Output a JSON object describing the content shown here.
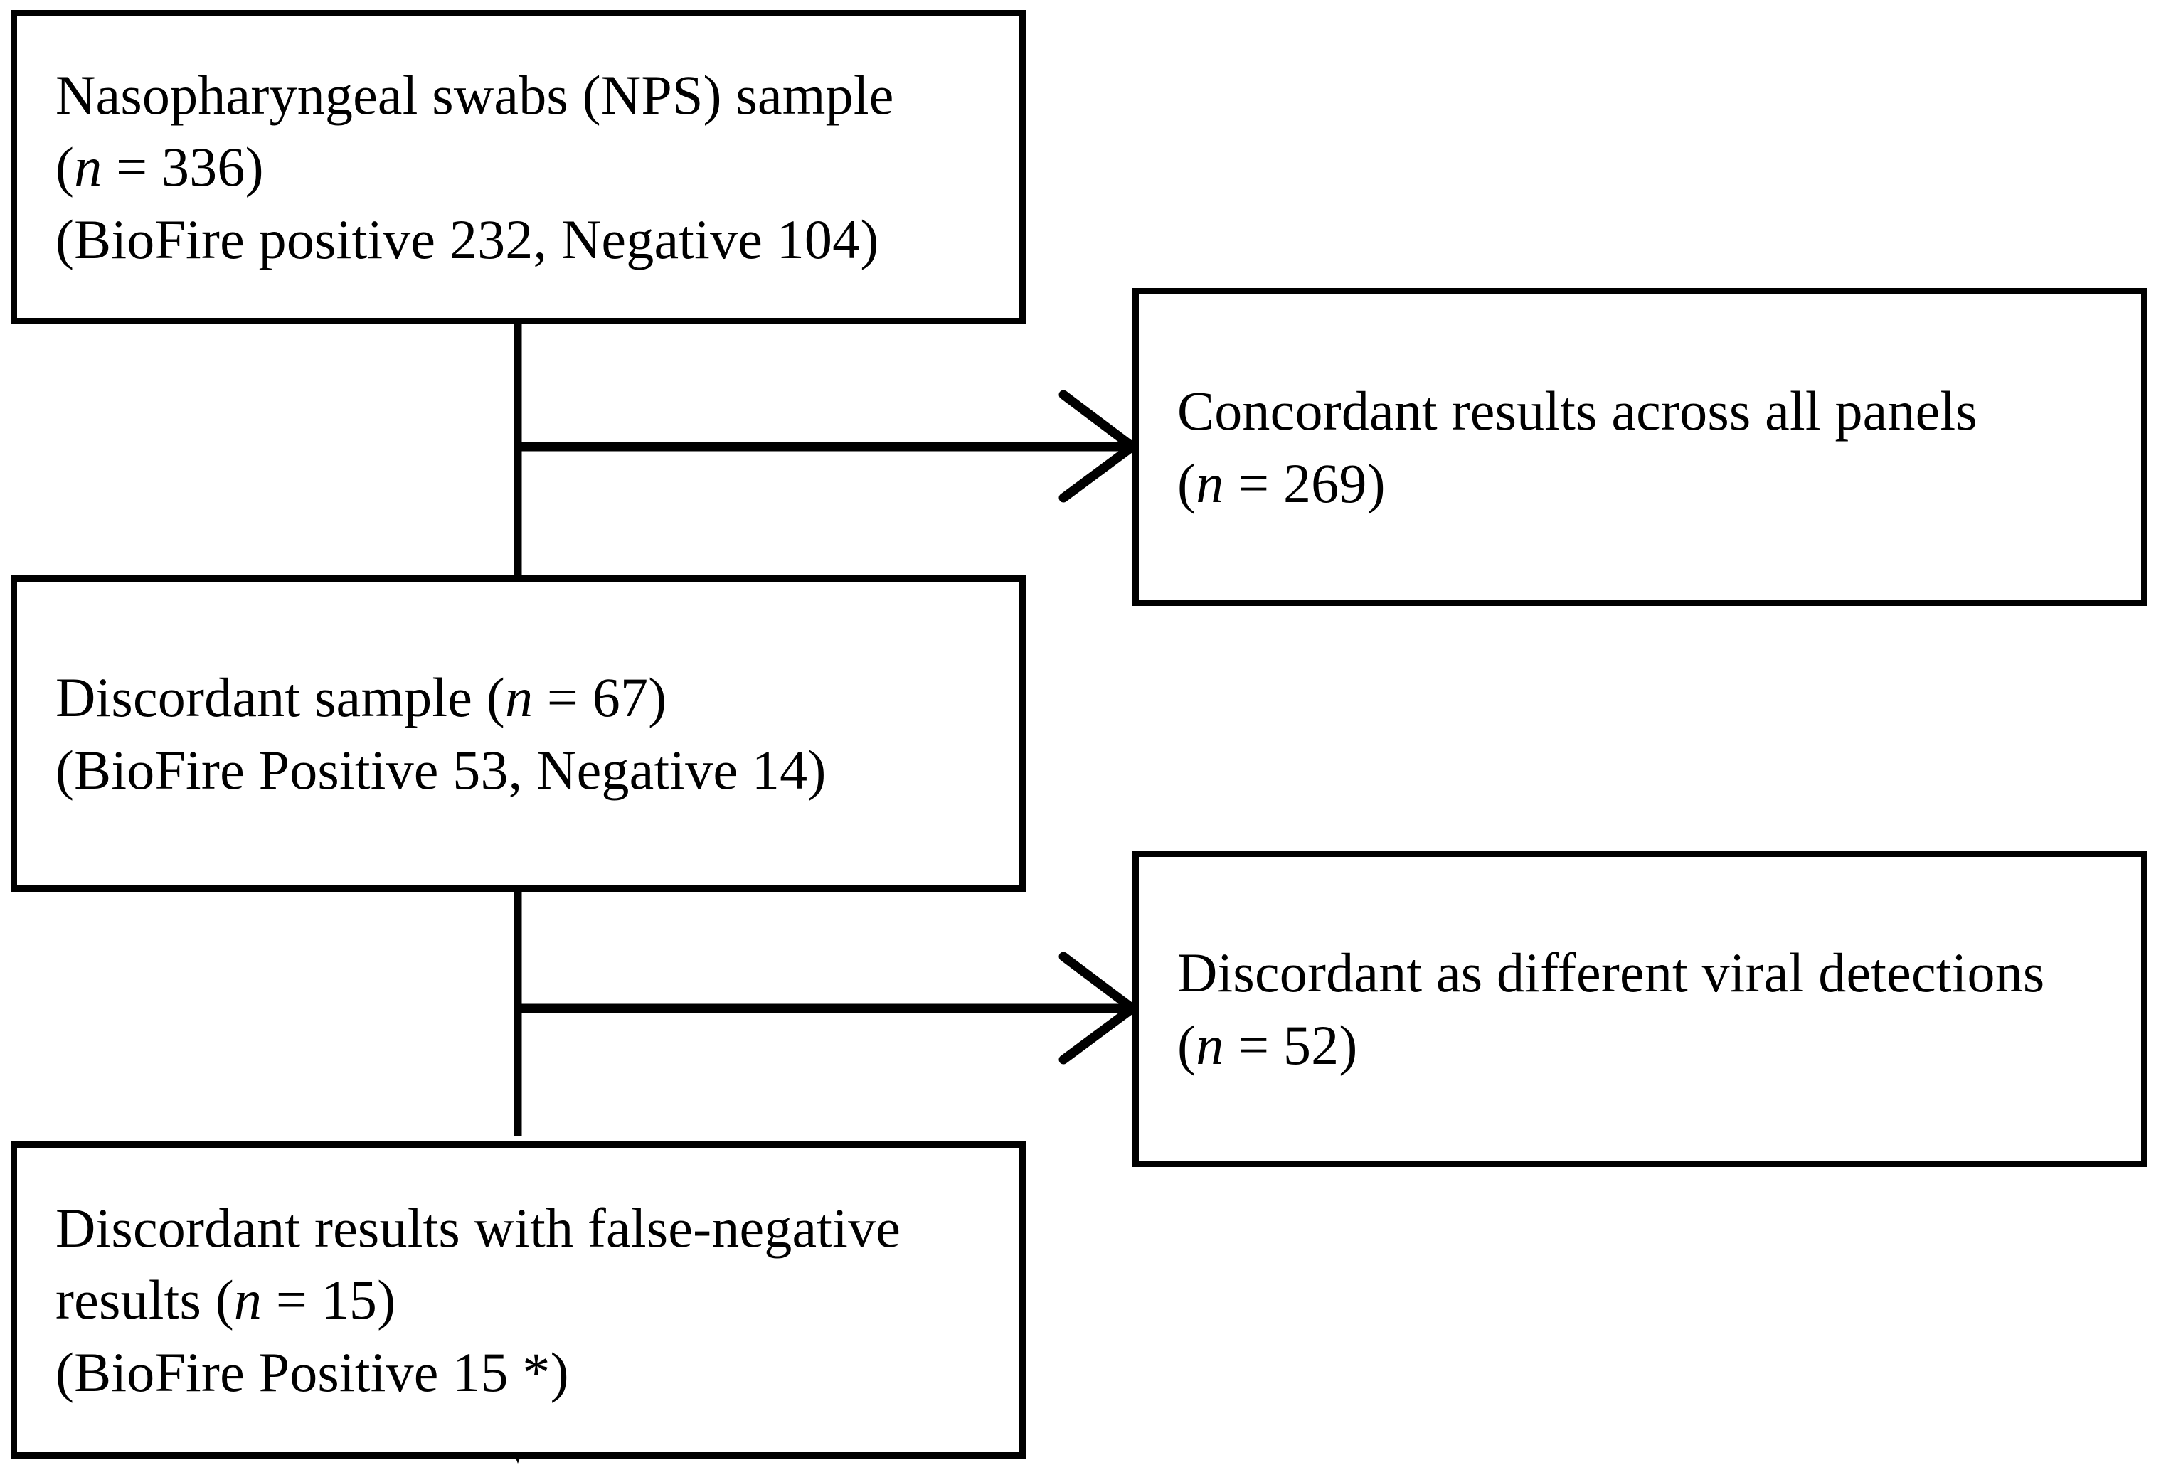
{
  "figure": {
    "type": "flowchart",
    "orientation": "top-down with right branches",
    "line_color": "#000000",
    "background_color": "#ffffff"
  },
  "nodes": {
    "nps_sample": {
      "id": "nps-sample",
      "line1": "Nasopharyngeal swabs (NPS) sample",
      "line2_prefix": "(",
      "line2_italic": "n",
      "line2_suffix": " = 336)",
      "line3": "(BioFire positive 232, Negative 104)"
    },
    "concordant": {
      "id": "concordant-results",
      "line1": "Concordant results across all panels",
      "line2_prefix": "(",
      "line2_italic": "n",
      "line2_suffix": " = 269)"
    },
    "discordant_sample": {
      "id": "discordant-sample",
      "line1_prefix": "Discordant sample (",
      "line1_italic": "n",
      "line1_suffix": " = 67)",
      "line2": "(BioFire Positive 53, Negative 14)"
    },
    "viral_detections": {
      "id": "discordant-viral-detections",
      "line1": "Discordant as different viral detections",
      "line2_prefix": "(",
      "line2_italic": "n",
      "line2_suffix": " = 52)"
    },
    "false_negative": {
      "id": "false-negative-results",
      "line1": "Discordant results with false-negative",
      "line2_prefix": "results (",
      "line2_italic": "n",
      "line2_suffix": " = 15)",
      "line3": "(BioFire Positive 15 *)"
    }
  },
  "chart_data": {
    "type": "flow",
    "title": "",
    "counts": {
      "nps_sample_n": 336,
      "nps_biofire_positive": 232,
      "nps_biofire_negative": 104,
      "concordant_n": 269,
      "discordant_sample_n": 67,
      "discordant_biofire_positive": 53,
      "discordant_biofire_negative": 14,
      "different_viral_detections_n": 52,
      "false_negative_n": 15,
      "false_negative_biofire_positive": 15
    },
    "edges": [
      {
        "from": "nps_sample",
        "to": "concordant",
        "direction": "right"
      },
      {
        "from": "nps_sample",
        "to": "discordant_sample",
        "direction": "down"
      },
      {
        "from": "discordant_sample",
        "to": "viral_detections",
        "direction": "right"
      },
      {
        "from": "discordant_sample",
        "to": "false_negative",
        "direction": "down"
      }
    ]
  }
}
